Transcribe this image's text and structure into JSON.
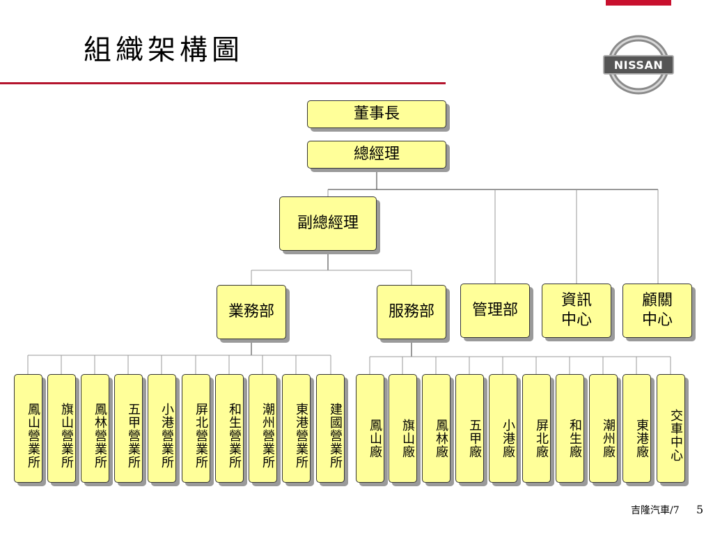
{
  "title": "組織架構圖",
  "logo": {
    "brand": "NISSAN",
    "icon": "nissan-logo-icon"
  },
  "footer": {
    "text": "吉隆汽車/7",
    "page": "5"
  },
  "colors": {
    "box_fill": "#ffff99",
    "accent_red": "#b4142d",
    "connector": "#999999",
    "connector_dark": "#333333"
  },
  "org": {
    "chairman": "董事長",
    "gm": "總經理",
    "deputy_gm": "副總經理",
    "sales": "業務部",
    "service": "服務部",
    "management": "管理部",
    "it_center": "資訊\n中心",
    "relations_center": "顧關\n中心",
    "sales_offices": [
      "鳳山營業所",
      "旗山營業所",
      "鳳林營業所",
      "五甲營業所",
      "小港營業所",
      "屏北營業所",
      "和生營業所",
      "潮州營業所",
      "東港營業所",
      "建國營業所"
    ],
    "service_plants": [
      "鳳山廠",
      "旗山廠",
      "鳳林廠",
      "五甲廠",
      "小港廠",
      "屏北廠",
      "和生廠",
      "潮州廠",
      "東港廠",
      "交車中心"
    ]
  }
}
